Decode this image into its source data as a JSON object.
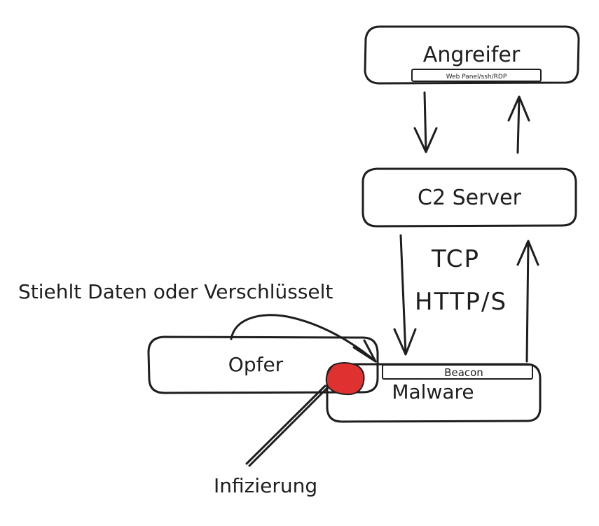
{
  "nodes": {
    "attacker": "Angreifer",
    "attacker_access": "Web Panel/ssh/RDP",
    "c2": "C2 Server",
    "victim": "Opfer",
    "malware": "Malware",
    "beacon": "Beacon"
  },
  "labels": {
    "protocol_tcp": "TCP",
    "protocol_http": "HTTP/S",
    "action": "Stiehlt Daten oder Verschlüsselt",
    "infection": "Infizierung"
  },
  "colors": {
    "stroke": "#1e1e1e",
    "infection_marker": "#e03131"
  }
}
